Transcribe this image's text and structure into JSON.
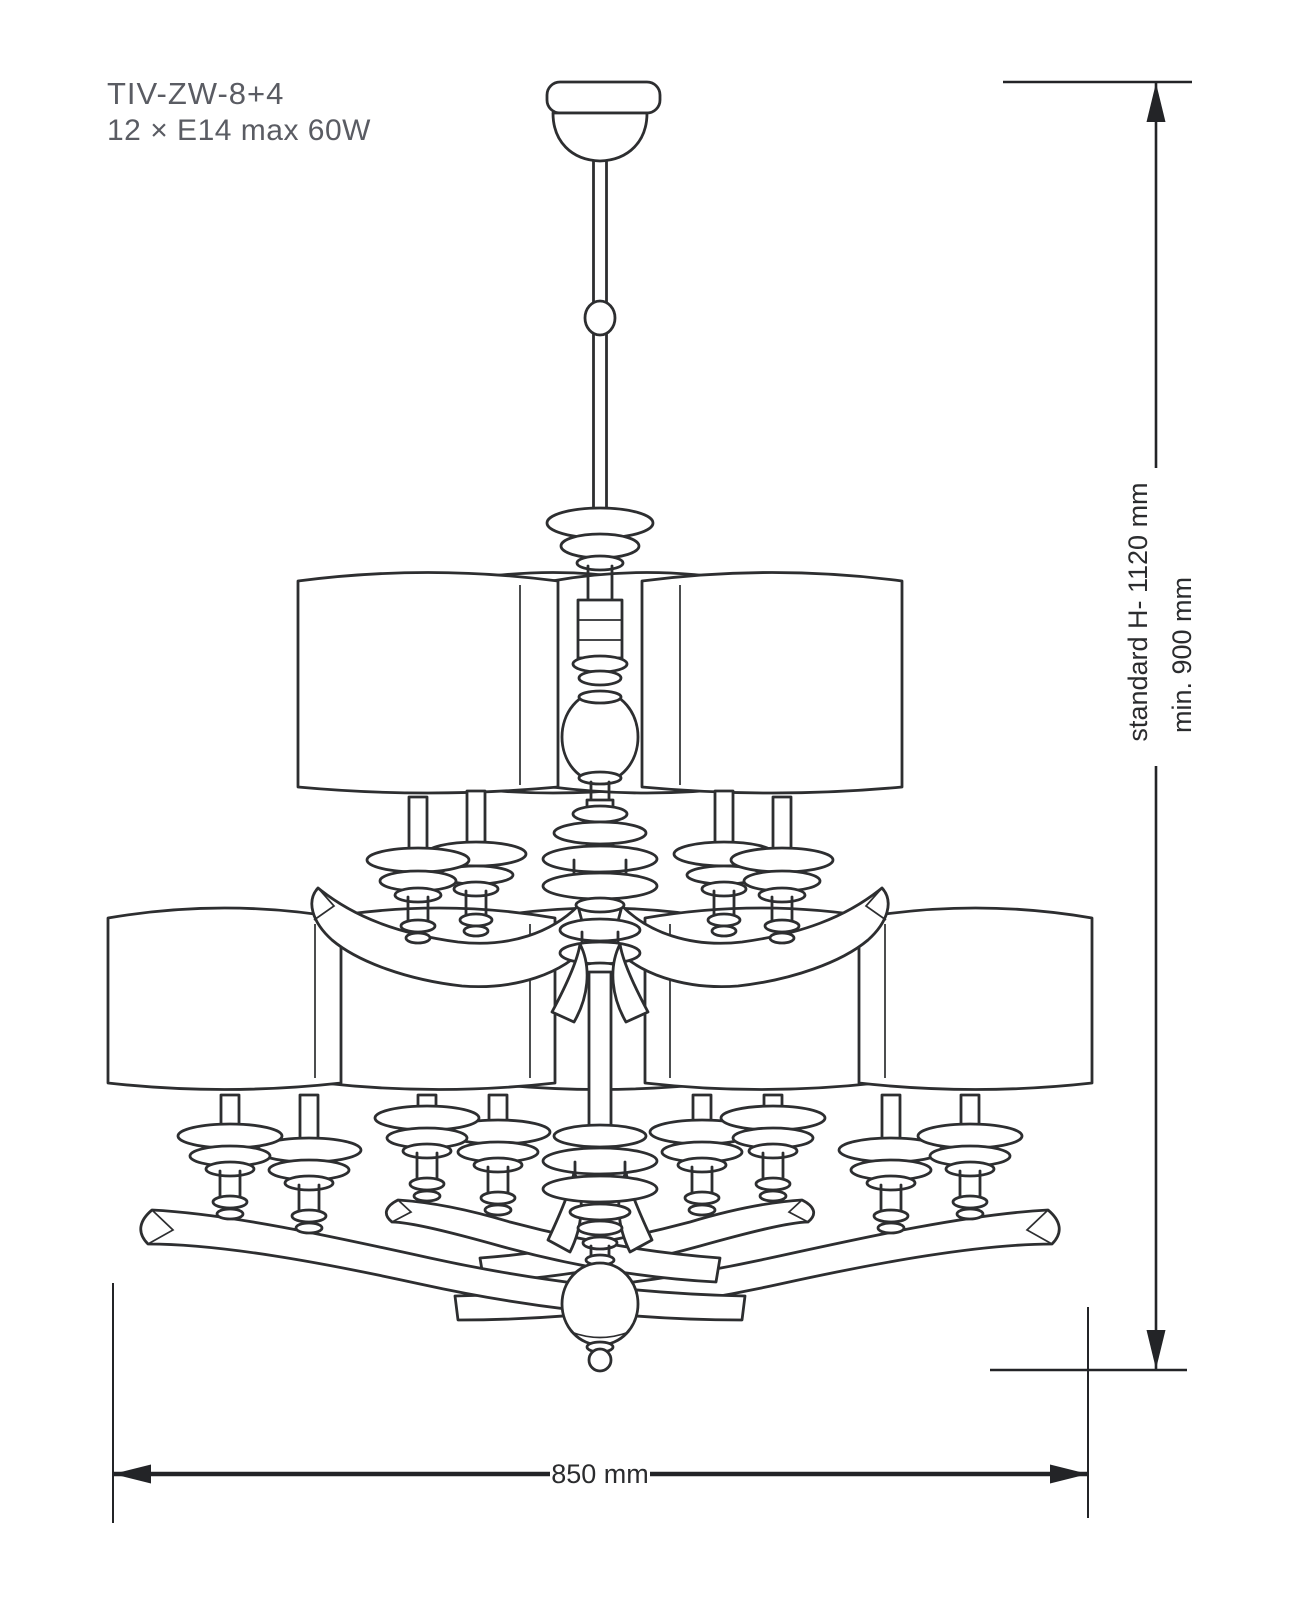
{
  "header": {
    "product_code": "TIV-ZW-8+4",
    "lamp_spec": "12 × E14 max 60W"
  },
  "dimensions": {
    "height_standard_label": "standard H- 1120 mm",
    "height_min_label": "min. 900 mm",
    "width_label": "850 mm"
  },
  "figure": {
    "type": "technical line drawing",
    "subject": "two-tier chandelier with drum shades",
    "upper_tier_lights": 4,
    "lower_tier_lights": 8,
    "total_sockets": 12
  },
  "colors": {
    "background": "#ffffff",
    "drawing_line": "#2d2e30",
    "dimension_line": "#232427",
    "annotation_text": "#5a5c63",
    "dimension_text": "#2b2c2e"
  }
}
